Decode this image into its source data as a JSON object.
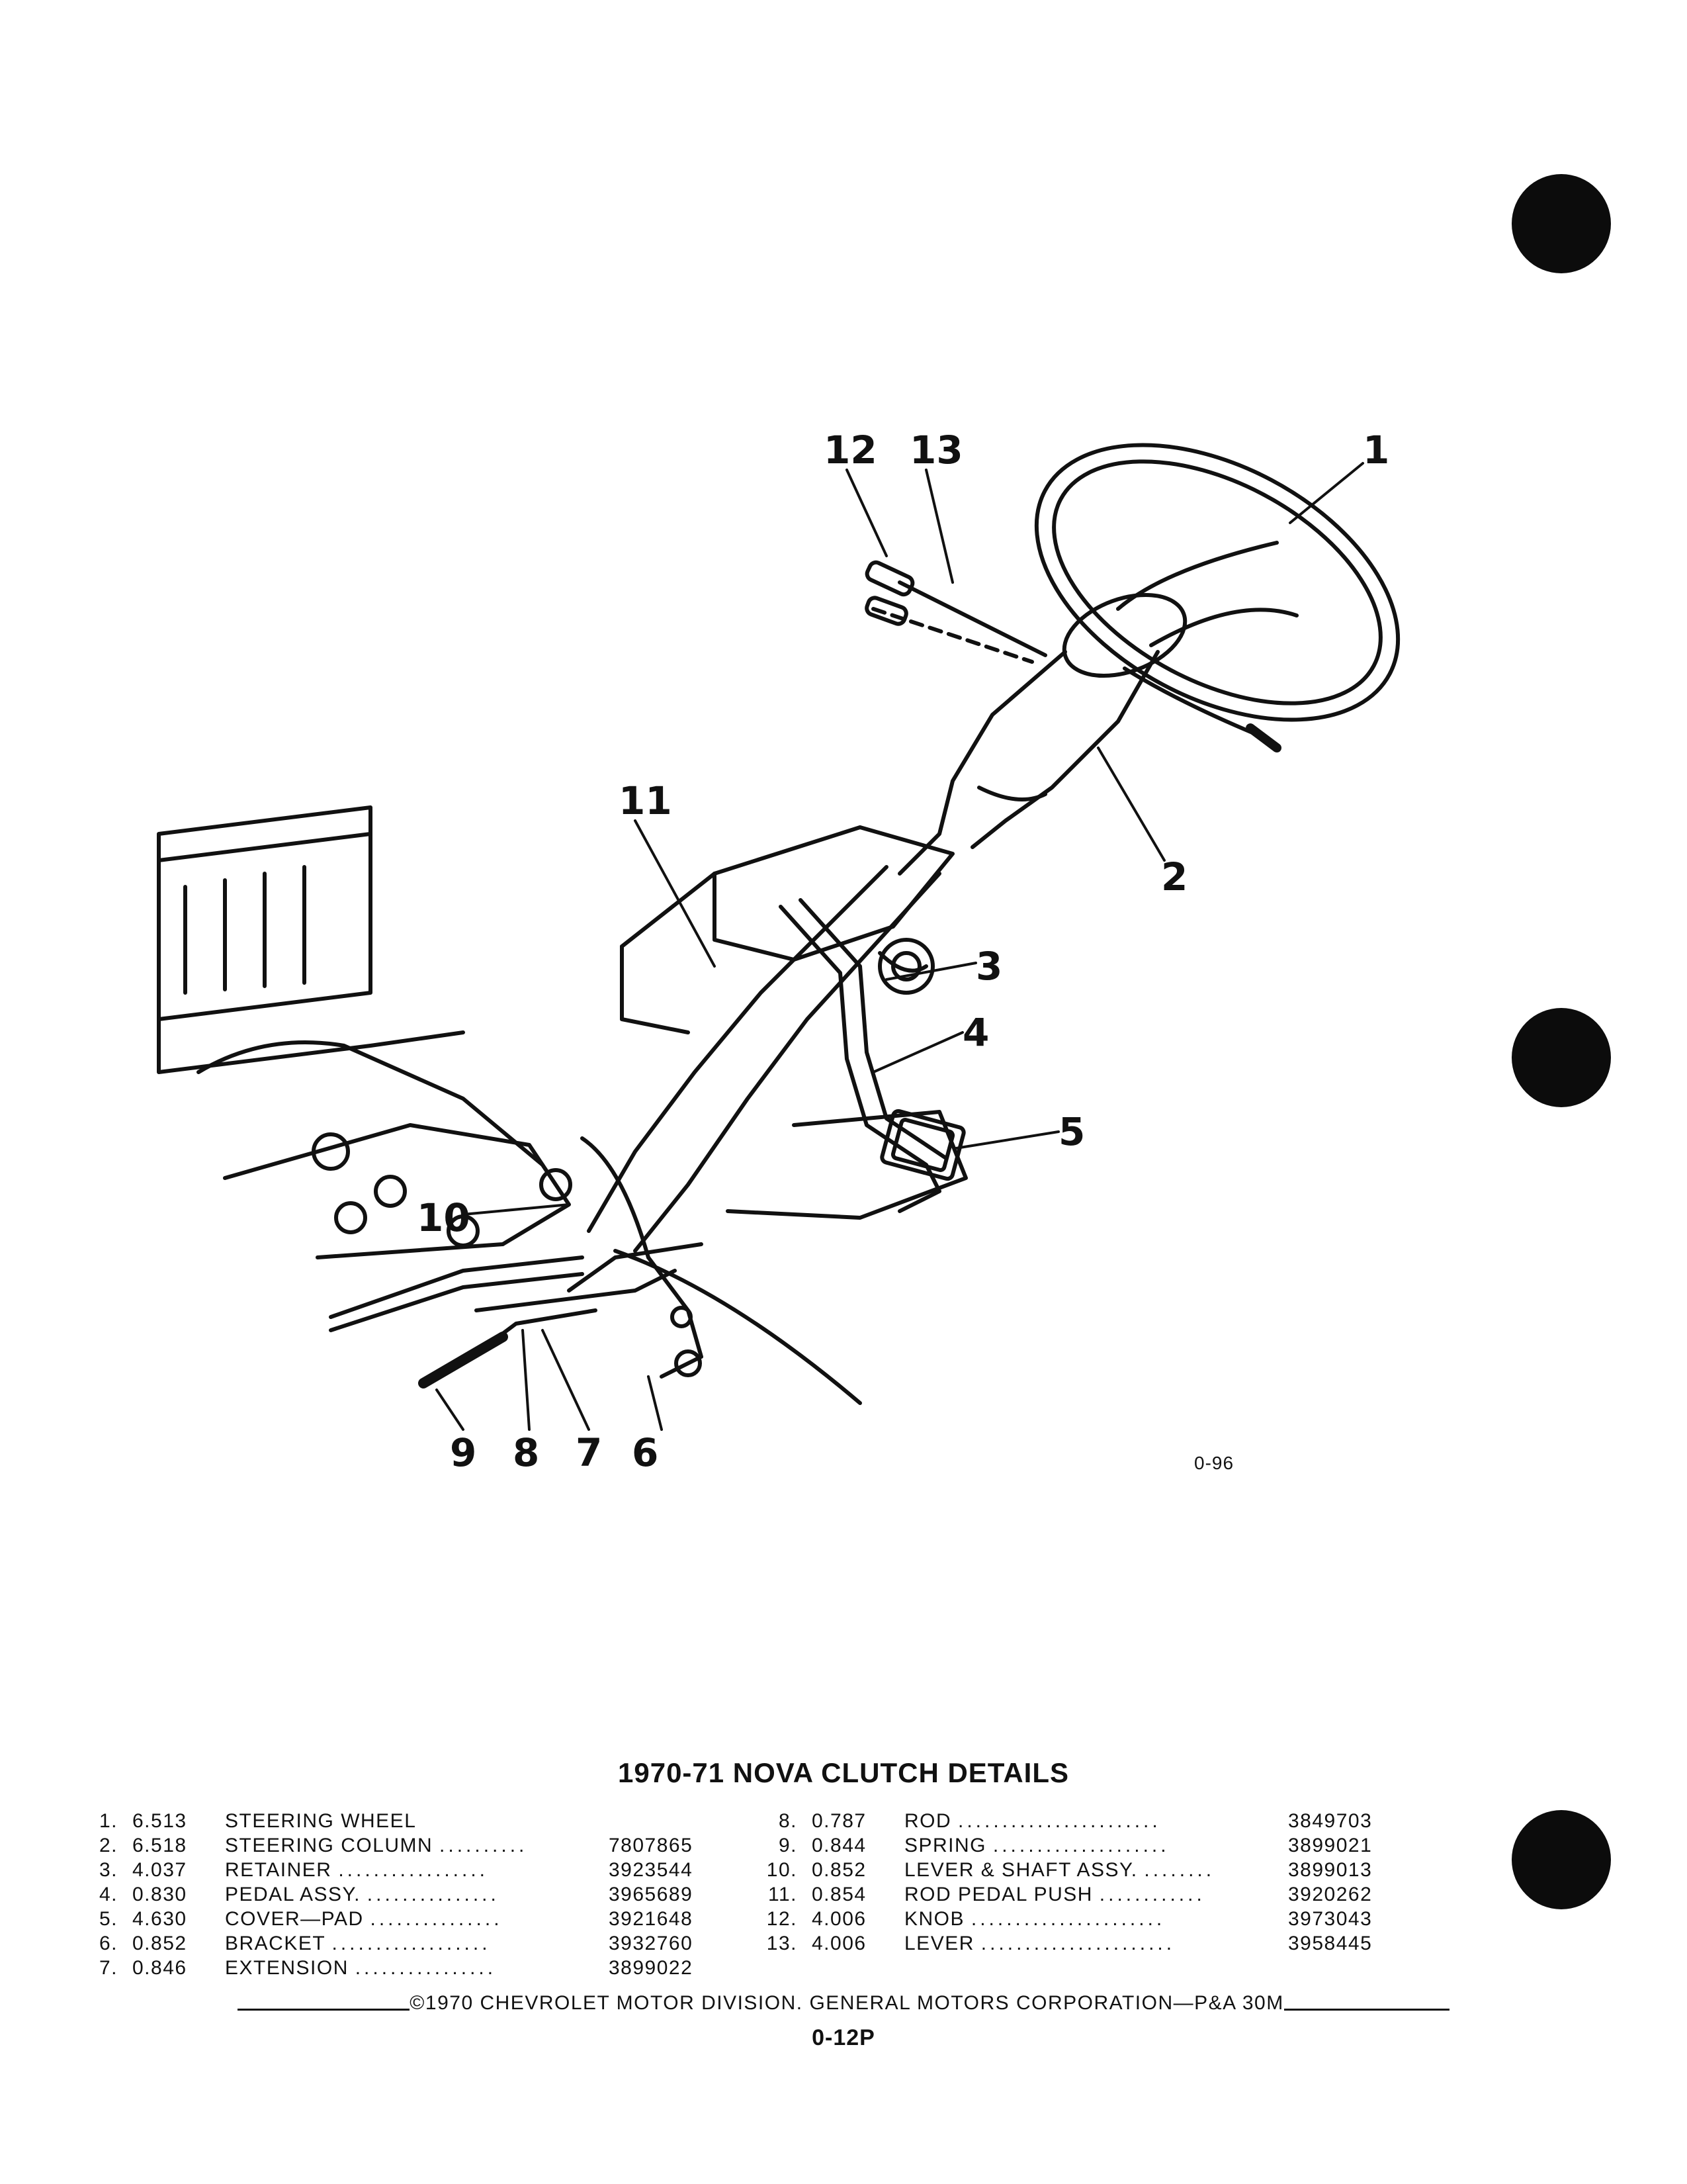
{
  "figure": {
    "code": "0-96",
    "callouts": [
      "1",
      "2",
      "3",
      "4",
      "5",
      "6",
      "7",
      "8",
      "9",
      "10",
      "11",
      "12",
      "13"
    ]
  },
  "title": "1970-71 NOVA CLUTCH DETAILS",
  "parts_left": [
    {
      "num": "1.",
      "code": "6.513",
      "name": "STEERING WHEEL",
      "dots": "",
      "part": ""
    },
    {
      "num": "2.",
      "code": "6.518",
      "name": "STEERING COLUMN",
      "dots": "..........",
      "part": "7807865"
    },
    {
      "num": "3.",
      "code": "4.037",
      "name": "RETAINER",
      "dots": ".................",
      "part": "3923544"
    },
    {
      "num": "4.",
      "code": "0.830",
      "name": "PEDAL ASSY.",
      "dots": "...............",
      "part": "3965689"
    },
    {
      "num": "5.",
      "code": "4.630",
      "name": "COVER—PAD",
      "dots": "...............",
      "part": "3921648"
    },
    {
      "num": "6.",
      "code": "0.852",
      "name": "BRACKET",
      "dots": "..................",
      "part": "3932760"
    },
    {
      "num": "7.",
      "code": "0.846",
      "name": "EXTENSION",
      "dots": "................",
      "part": "3899022"
    }
  ],
  "parts_right": [
    {
      "num": "8.",
      "code": "0.787",
      "name": "ROD",
      "dots": ".......................",
      "part": "3849703"
    },
    {
      "num": "9.",
      "code": "0.844",
      "name": "SPRING",
      "dots": "....................",
      "part": "3899021"
    },
    {
      "num": "10.",
      "code": "0.852",
      "name": "LEVER & SHAFT ASSY.",
      "dots": "........",
      "part": "3899013"
    },
    {
      "num": "11.",
      "code": "0.854",
      "name": "ROD PEDAL PUSH",
      "dots": "............",
      "part": "3920262"
    },
    {
      "num": "12.",
      "code": "4.006",
      "name": "KNOB",
      "dots": "......................",
      "part": "3973043"
    },
    {
      "num": "13.",
      "code": "4.006",
      "name": "LEVER",
      "dots": "......................",
      "part": "3958445"
    }
  ],
  "footer": "©1970 CHEVROLET MOTOR DIVISION. GENERAL MOTORS CORPORATION—P&A 30M",
  "page_number": "0-12P"
}
